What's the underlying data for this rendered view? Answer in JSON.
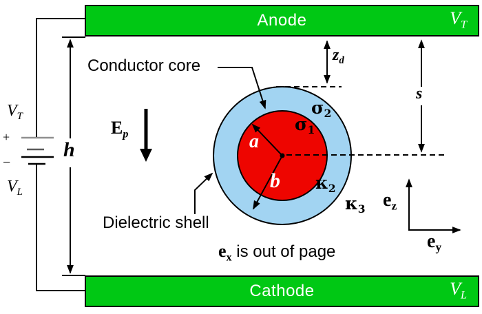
{
  "colors": {
    "electrode_green": "#00c814",
    "shell_blue": "#a2d4f2",
    "core_red": "#ee0500",
    "line_black": "#000000",
    "text_white": "#ffffff"
  },
  "anode": {
    "label": "Anode",
    "v_main": "V",
    "v_sub": "T"
  },
  "cathode": {
    "label": "Cathode",
    "v_main": "V",
    "v_sub": "L"
  },
  "battery": {
    "v_top_main": "V",
    "v_top_sub": "T",
    "plus": "+",
    "minus": "−",
    "v_bot_main": "V",
    "v_bot_sub": "L"
  },
  "callouts": {
    "conductor_core": "Conductor core",
    "dielectric_shell": "Dielectric shell"
  },
  "dims": {
    "h": "h",
    "zd_main": "z",
    "zd_sub": "d",
    "s": "s"
  },
  "field": {
    "main": "E",
    "sub": "p"
  },
  "shell": {
    "radius_a": "a",
    "radius_b": "b",
    "sigma1_main": "σ",
    "sigma1_sub": "1",
    "sigma2_main": "σ",
    "sigma2_sub": "2",
    "kappa2_main": "κ",
    "kappa2_sub": "2",
    "kappa3_main": "κ",
    "kappa3_sub": "3"
  },
  "axes": {
    "ez_main": "e",
    "ez_sub": "z",
    "ey_main": "e",
    "ey_sub": "y",
    "ex_main": "e",
    "ex_sub": "x",
    "ex_rest": " is out of page"
  }
}
